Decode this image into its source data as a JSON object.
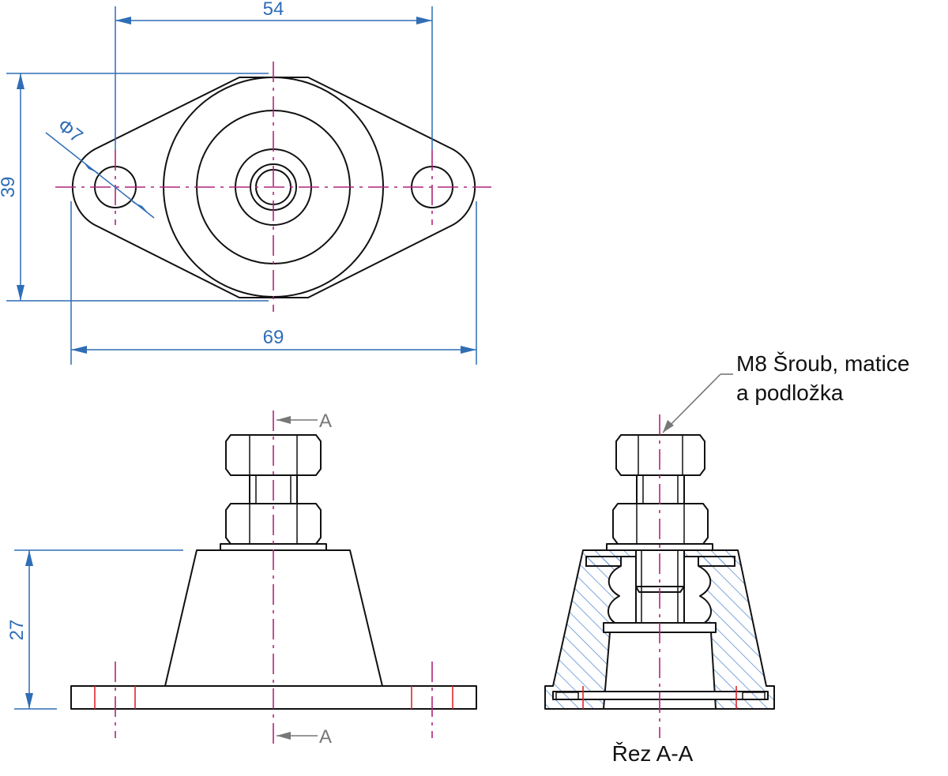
{
  "dimensions": {
    "top_width": "54",
    "overall_width": "69",
    "height_top_view": "39",
    "hole_diameter": "Φ7",
    "height_side_view": "27"
  },
  "section_marker": {
    "top": "A",
    "bottom": "A"
  },
  "callout": {
    "line1": "M8 Šroub, matice",
    "line2": "a podložka"
  },
  "section_title": "Řez A-A",
  "colors": {
    "outline": "#111111",
    "dimension": "#2f6db5",
    "centerline": "#b0247d",
    "hatch_fill": "#5b8fd6",
    "marker": "#777777",
    "hole_mark": "#e0262b"
  }
}
